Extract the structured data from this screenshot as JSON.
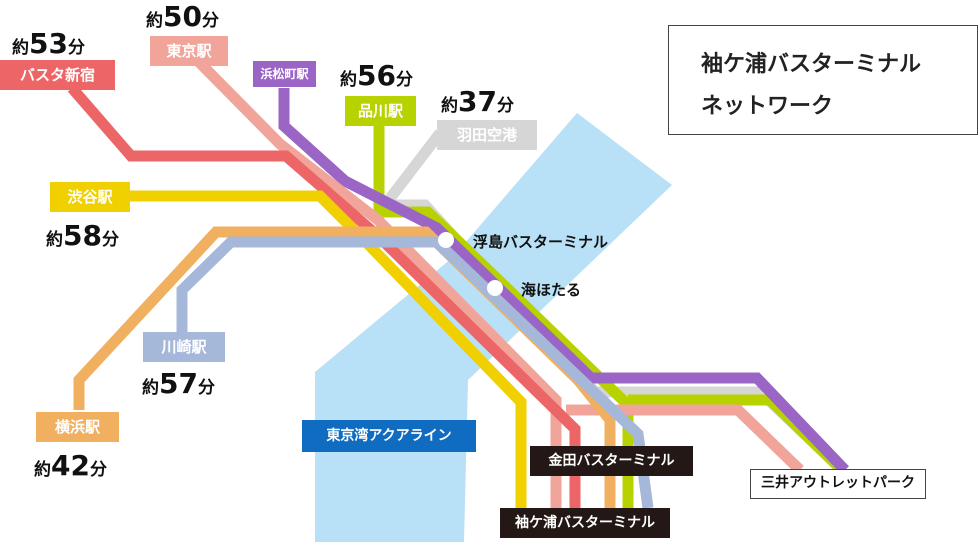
{
  "title": {
    "line1": "袖ケ浦バスターミナル",
    "line2": "ネットワーク"
  },
  "colors": {
    "sea": "#b8e0f6",
    "shinjuku": "#ec6667",
    "tokyo": "#f0a49a",
    "hamamatsucho": "#9b65c5",
    "shinagawa": "#b8d200",
    "haneda": "#d6d6d6",
    "shibuya": "#f0d000",
    "yokohama": "#f0b060",
    "kawasaki": "#a6b8da",
    "aqualine": "#0f6cc0",
    "terminal": "#231815"
  },
  "stations": {
    "shinjuku": {
      "label": "バスタ新宿",
      "prefix": "約",
      "minutes": "53",
      "suffix": "分"
    },
    "tokyo": {
      "label": "東京駅",
      "prefix": "約",
      "minutes": "50",
      "suffix": "分"
    },
    "hamamatsucho": {
      "label": "浜松町駅"
    },
    "shinagawa": {
      "label": "品川駅",
      "prefix": "約",
      "minutes": "56",
      "suffix": "分"
    },
    "haneda": {
      "label": "羽田空港",
      "prefix": "約",
      "minutes": "37",
      "suffix": "分"
    },
    "shibuya": {
      "label": "渋谷駅",
      "prefix": "約",
      "minutes": "58",
      "suffix": "分"
    },
    "kawasaki": {
      "label": "川崎駅",
      "prefix": "約",
      "minutes": "57",
      "suffix": "分"
    },
    "yokohama": {
      "label": "横浜駅",
      "prefix": "約",
      "minutes": "42",
      "suffix": "分"
    }
  },
  "stops": {
    "ukishima": "浮島バスターミナル",
    "umihotaru": "海ほたる"
  },
  "aqualine": "東京湾アクアライン",
  "terminals": {
    "kaneda": "金田バスターミナル",
    "sodegaura": "袖ケ浦バスターミナル",
    "outlet": "三井アウトレットパーク"
  }
}
